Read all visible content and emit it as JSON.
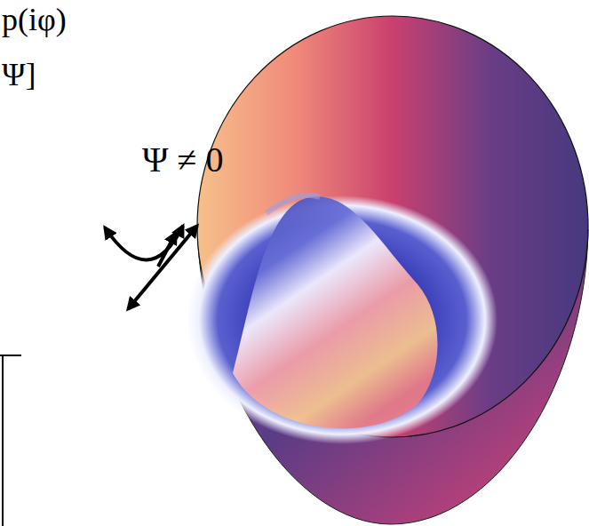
{
  "diagram": {
    "labels": [
      "p(iφ)",
      "Ψ]",
      "Ψ ≠ 0"
    ]
  }
}
